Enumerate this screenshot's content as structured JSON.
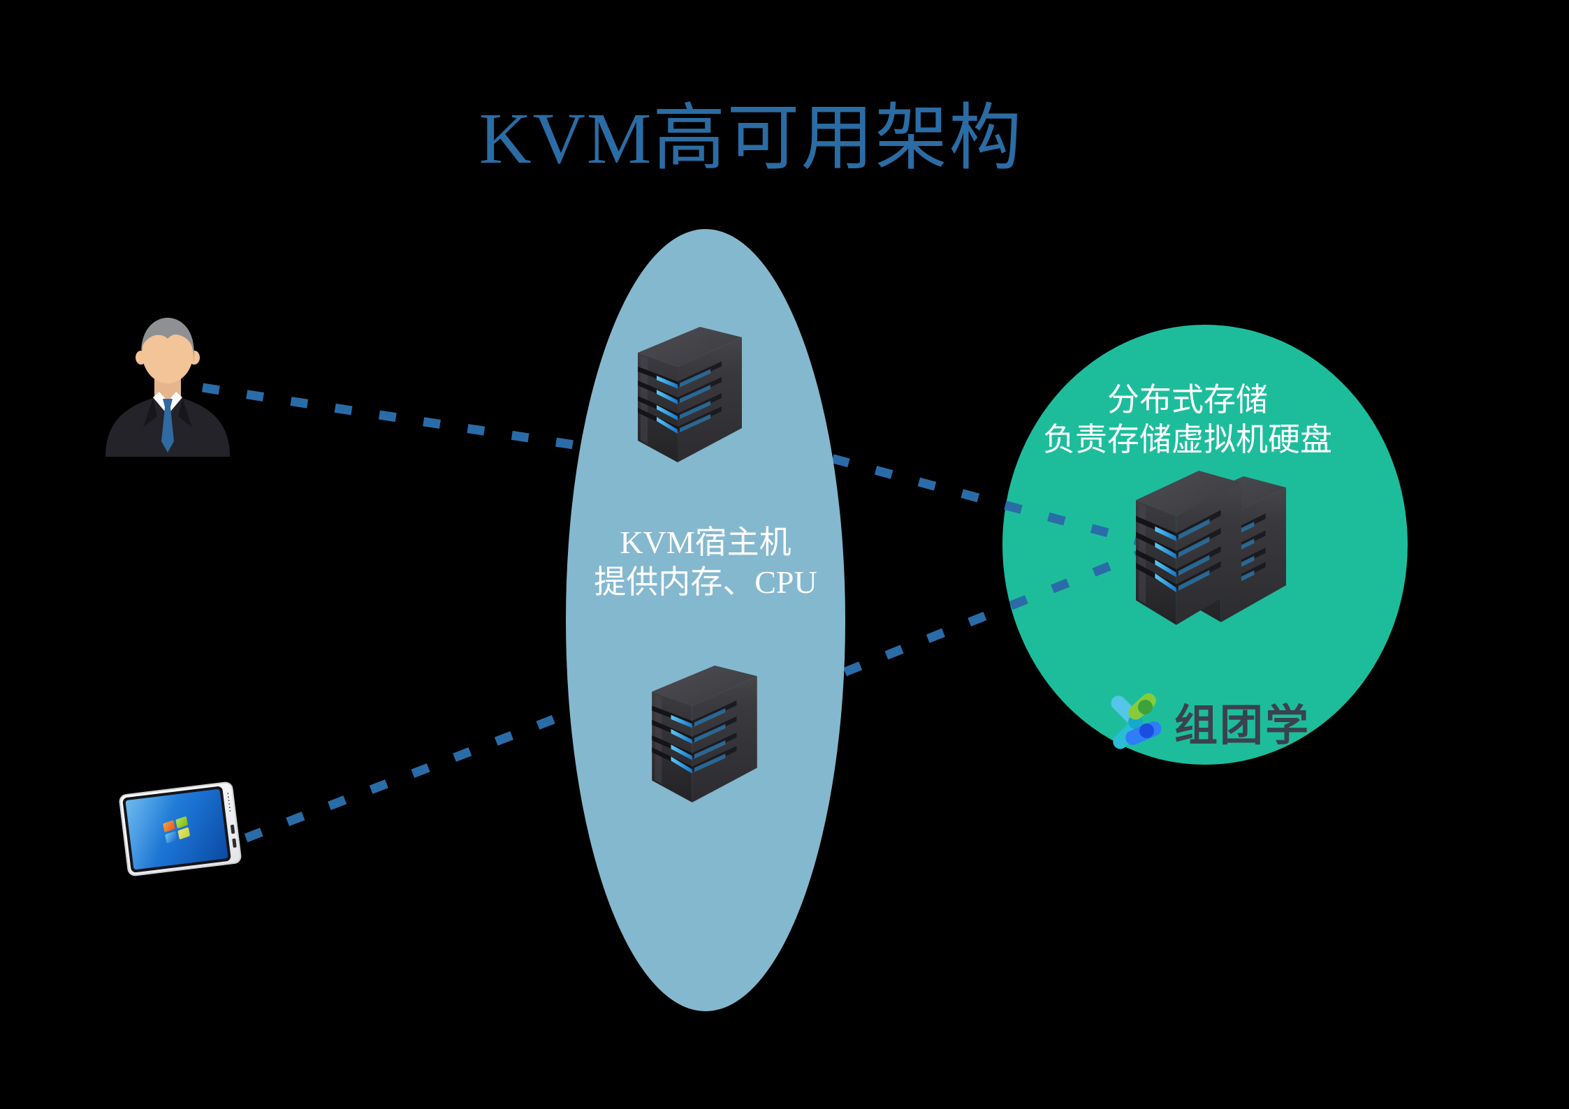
{
  "title": "KVM高可用架构",
  "host_cluster": {
    "line1": "KVM宿主机",
    "line2": "提供内存、CPU"
  },
  "storage_cluster": {
    "line1": "分布式存储",
    "line2": "负责存储虚拟机硬盘"
  },
  "brand": {
    "name": "组团学"
  },
  "colors": {
    "background": "#000000",
    "title_text": "#2B6CA4",
    "connection_dash": "#2A6CA8",
    "host_ellipse_fill": "#84B8CE",
    "storage_circle_fill": "#1DBD9C",
    "cluster_label_text": "#FFFFFF",
    "brand_text": "#3A424D",
    "server_led": "#3FB4F0"
  }
}
